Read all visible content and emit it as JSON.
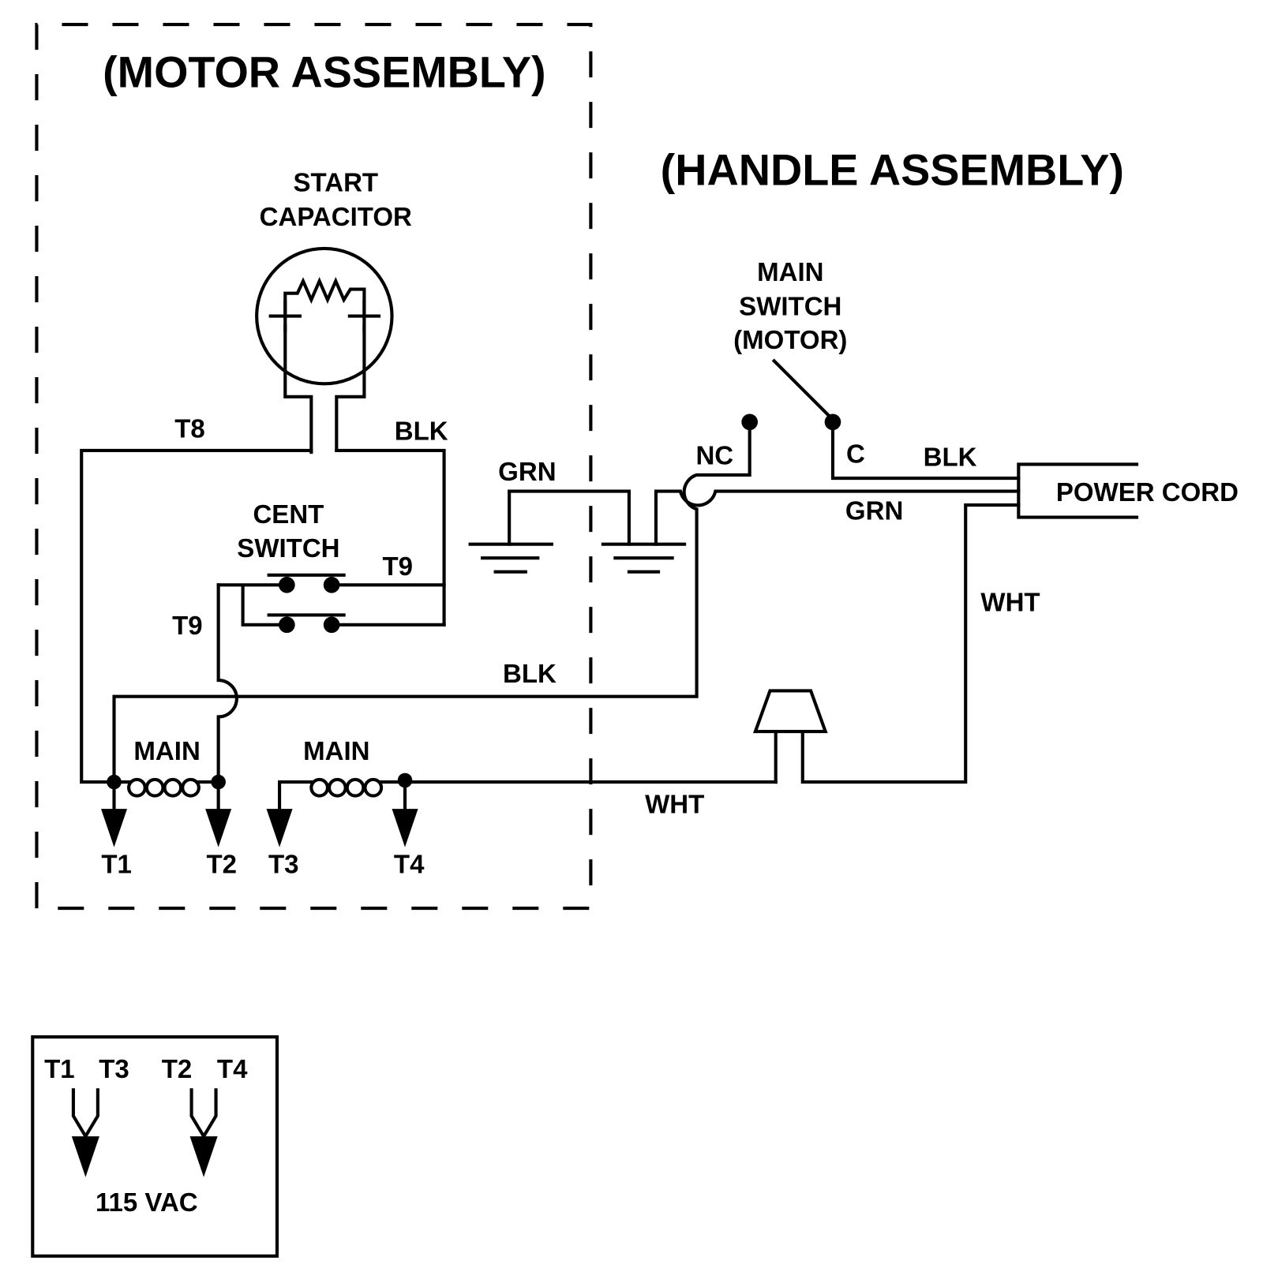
{
  "motor_assembly": {
    "title": "(MOTOR ASSEMBLY)",
    "start_capacitor": [
      "START",
      "CAPACITOR"
    ],
    "cent_switch": [
      "CENT",
      "SWITCH"
    ],
    "wire_labels": {
      "t8": "T8",
      "blk_top": "BLK",
      "t9_right": "T9",
      "t9_left": "T9",
      "blk_mid": "BLK",
      "grn": "GRN"
    },
    "windings": [
      "MAIN",
      "MAIN"
    ],
    "terminals": [
      "T1",
      "T2",
      "T3",
      "T4"
    ]
  },
  "handle_assembly": {
    "title": "(HANDLE ASSEMBLY)",
    "main_switch": [
      "MAIN",
      "SWITCH",
      "(MOTOR)"
    ],
    "nc": "NC",
    "c": "C",
    "blk": "BLK",
    "grn": "GRN",
    "wht_right": "WHT",
    "wht_bottom": "WHT",
    "power_cord": "POWER CORD"
  },
  "legend": {
    "terminals": [
      "T1",
      "T3",
      "T2",
      "T4"
    ],
    "voltage": "115 VAC"
  }
}
